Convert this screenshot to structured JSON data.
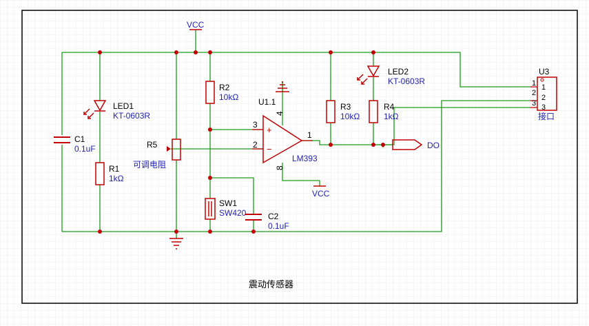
{
  "title": "震动传感器",
  "colors": {
    "wire": "#1a9a1a",
    "component": "#c00000",
    "label": "#1f1fb4",
    "designator": "#000000",
    "junction": "#c00000",
    "grid": "#eeeeee",
    "border": "#000000"
  },
  "power": {
    "vcc_top": "VCC",
    "vcc_bottom": "VCC"
  },
  "components": {
    "C1": {
      "ref": "C1",
      "value": "0.1uF"
    },
    "R1": {
      "ref": "R1",
      "value": "1kΩ"
    },
    "LED1": {
      "ref": "LED1",
      "value": "KT-0603R"
    },
    "R5": {
      "ref": "R5",
      "value": "可调电阻"
    },
    "R2": {
      "ref": "R2",
      "value": "10kΩ"
    },
    "SW1": {
      "ref": "SW1",
      "value": "SW420"
    },
    "C2": {
      "ref": "C2",
      "value": "0.1uF"
    },
    "U1": {
      "ref": "U1.1",
      "value": "LM393",
      "pin3": "3",
      "pin2": "2",
      "pin1": "1",
      "pin4": "4",
      "pin8": "8",
      "plus": "+",
      "minus": "−"
    },
    "R3": {
      "ref": "R3",
      "value": "10kΩ"
    },
    "R4": {
      "ref": "R4",
      "value": "1kΩ"
    },
    "LED2": {
      "ref": "LED2",
      "value": "KT-0603R"
    },
    "U3": {
      "ref": "U3",
      "value": "接口",
      "pins": [
        "1",
        "2",
        "3"
      ],
      "pin_numbers": [
        "1",
        "2",
        "3"
      ]
    }
  },
  "net_labels": {
    "do": "DO"
  }
}
